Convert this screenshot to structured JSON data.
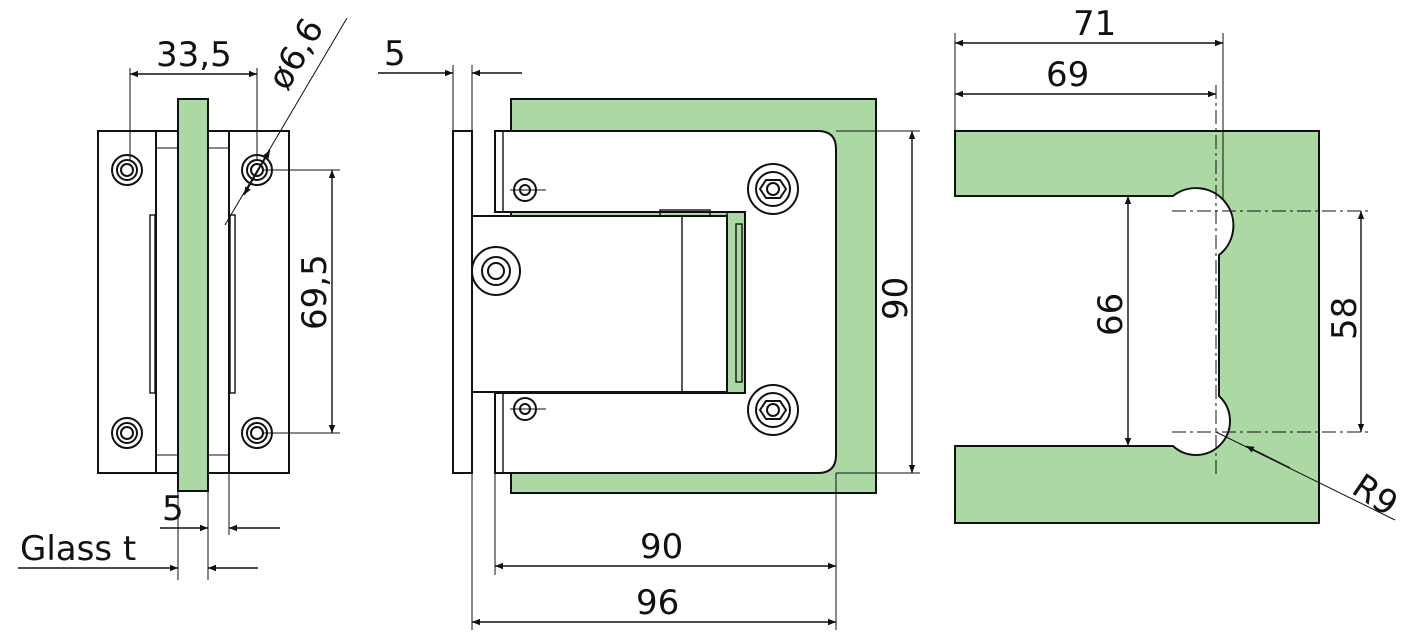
{
  "colors": {
    "glass": "#acd8a4",
    "line": "#111111",
    "background": "#ffffff"
  },
  "labels": {
    "left_view": {
      "width": "33,5",
      "hole_diameter": "ø6,6",
      "hole_spacing": "69,5",
      "offset": "5",
      "glass_thickness": "Glass t"
    },
    "middle_view": {
      "plate_thickness": "5",
      "height": "90",
      "length_inner": "90",
      "length_outer": "96"
    },
    "right_view": {
      "outer_width": "71",
      "inner_width": "69",
      "opening_height": "66",
      "hole_spacing": "58",
      "radius": "R9"
    }
  },
  "icons": [
    "hex-bolt-icon",
    "countersunk-screw-icon",
    "round-bolt-icon"
  ]
}
